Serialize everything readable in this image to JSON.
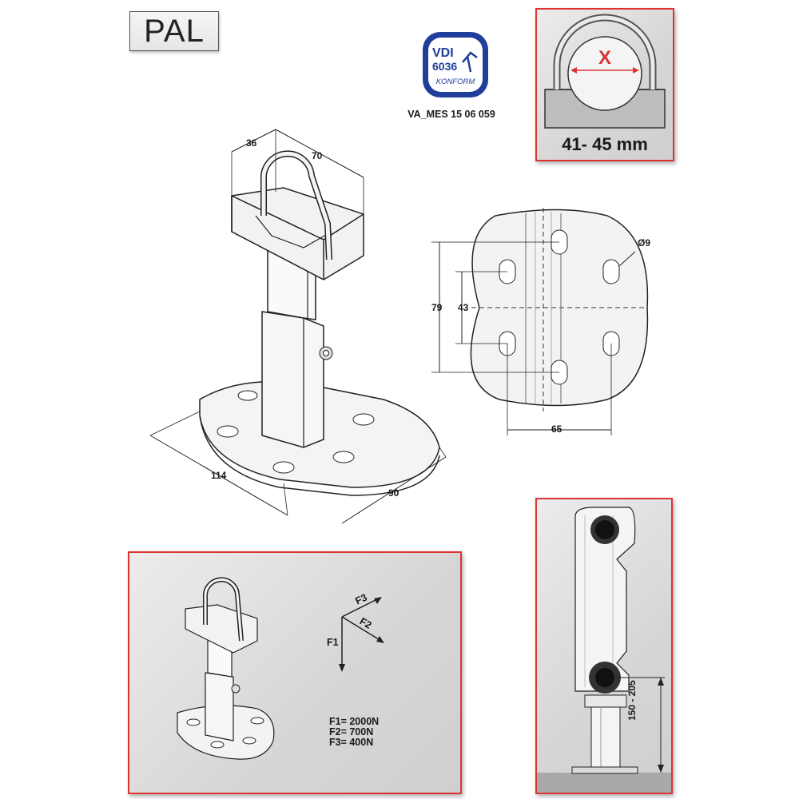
{
  "title": "PAL",
  "certification": {
    "badge_line1": "VDI",
    "badge_line2": "6036",
    "badge_line3": "KONFORM",
    "reference": "VA_MES 15 06 059"
  },
  "pipe_range": {
    "symbol": "X",
    "range": "41- 45 mm"
  },
  "bracket_dims": {
    "top_depth": "36",
    "top_width": "70",
    "base_length": "114",
    "base_width": "90"
  },
  "base_plate_dims": {
    "hole_diameter": "Ø9",
    "outer_spacing": "79",
    "inner_spacing": "43",
    "horizontal_spacing": "65"
  },
  "forces": {
    "f1_label": "F1",
    "f2_label": "F2",
    "f3_label": "F3",
    "f1_value": "F1= 2000N",
    "f2_value": "F2= 700N",
    "f3_value": "F3= 400N"
  },
  "install": {
    "height_range": "150 - 205"
  },
  "colors": {
    "frame_red": "#d33333",
    "dimension_line": "#1a1a1a",
    "metal_light": "#f2f2f2",
    "metal_shade": "#cfcfcf"
  }
}
